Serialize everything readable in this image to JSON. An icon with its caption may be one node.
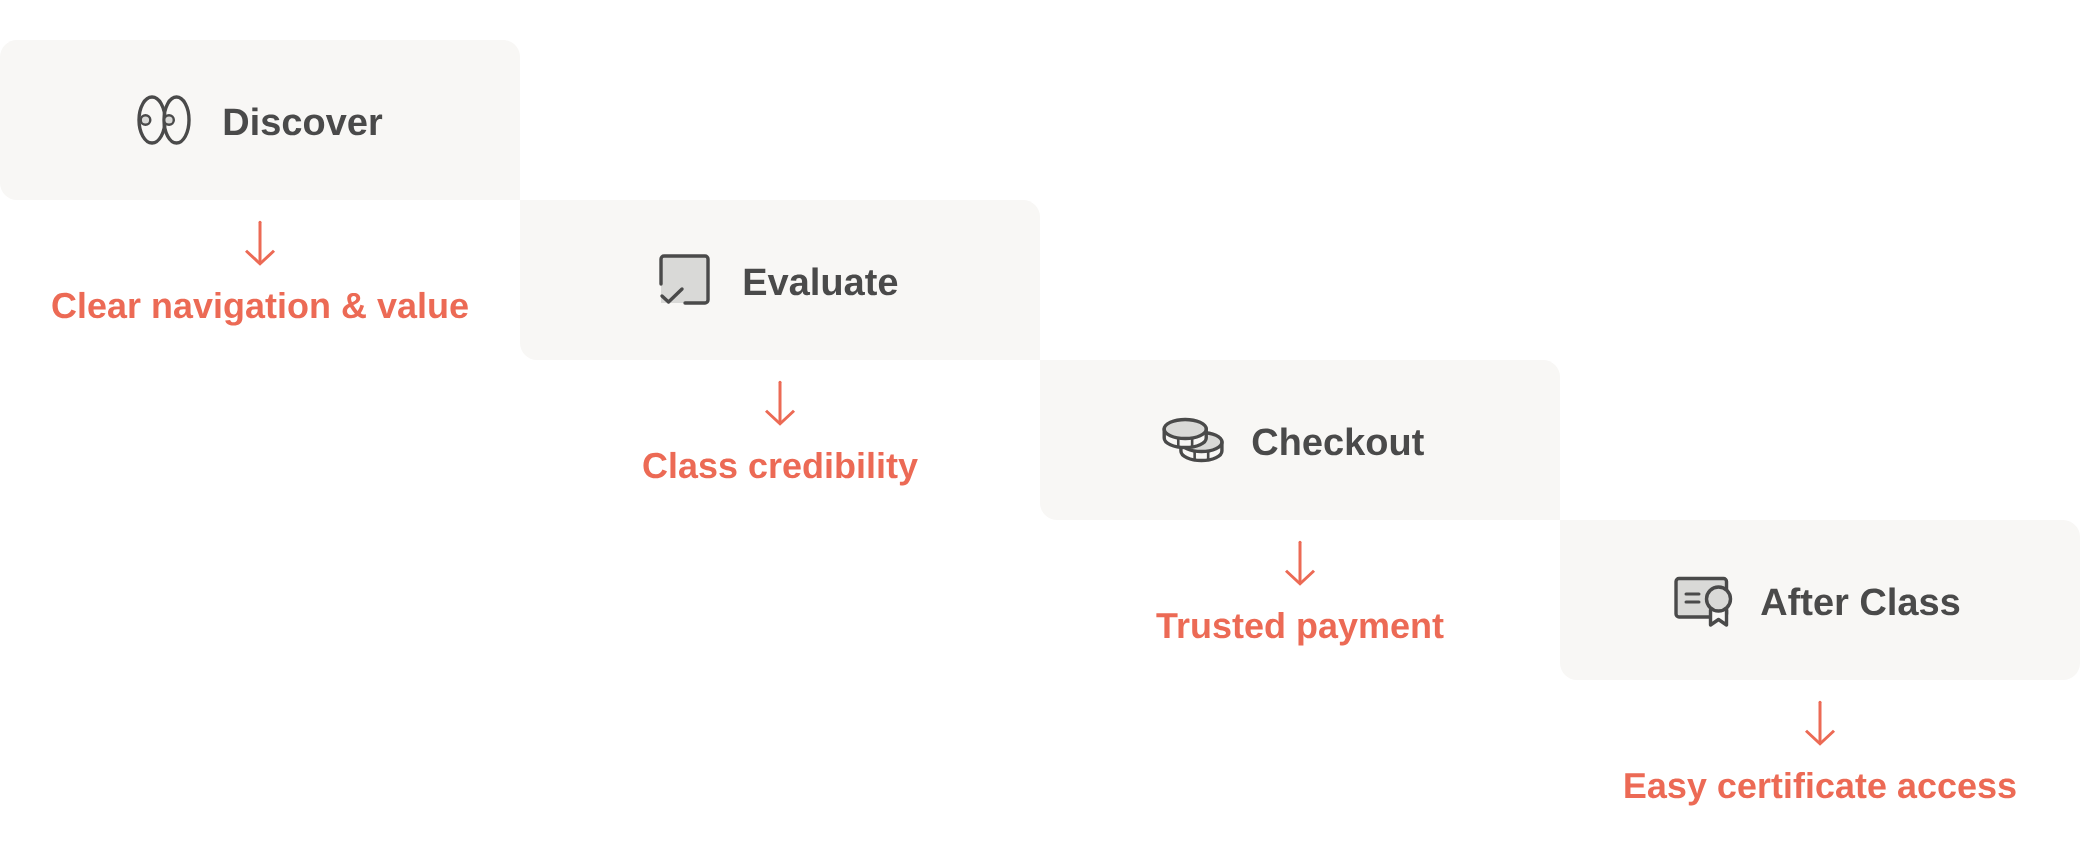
{
  "diagram": {
    "nodes": [
      {
        "text": [
          "Discover"
        ]
      },
      {
        "text": [
          "Clear navigation & value"
        ]
      },
      {
        "text": [
          "Evaluate"
        ]
      },
      {
        "text": [
          "Class credibility"
        ]
      },
      {
        "text": [
          "Checkout"
        ]
      },
      {
        "text": [
          "Trusted payment"
        ]
      },
      {
        "text": [
          "After Class"
        ]
      },
      {
        "text": [
          "Easy certificate access"
        ]
      }
    ],
    "edges": [
      {
        "from": 0,
        "to": 1,
        "arrow": "to"
      },
      {
        "from": 2,
        "to": 3,
        "arrow": "to"
      },
      {
        "from": 4,
        "to": 5,
        "arrow": "to"
      },
      {
        "from": 6,
        "to": 7,
        "arrow": "to"
      }
    ]
  }
}
